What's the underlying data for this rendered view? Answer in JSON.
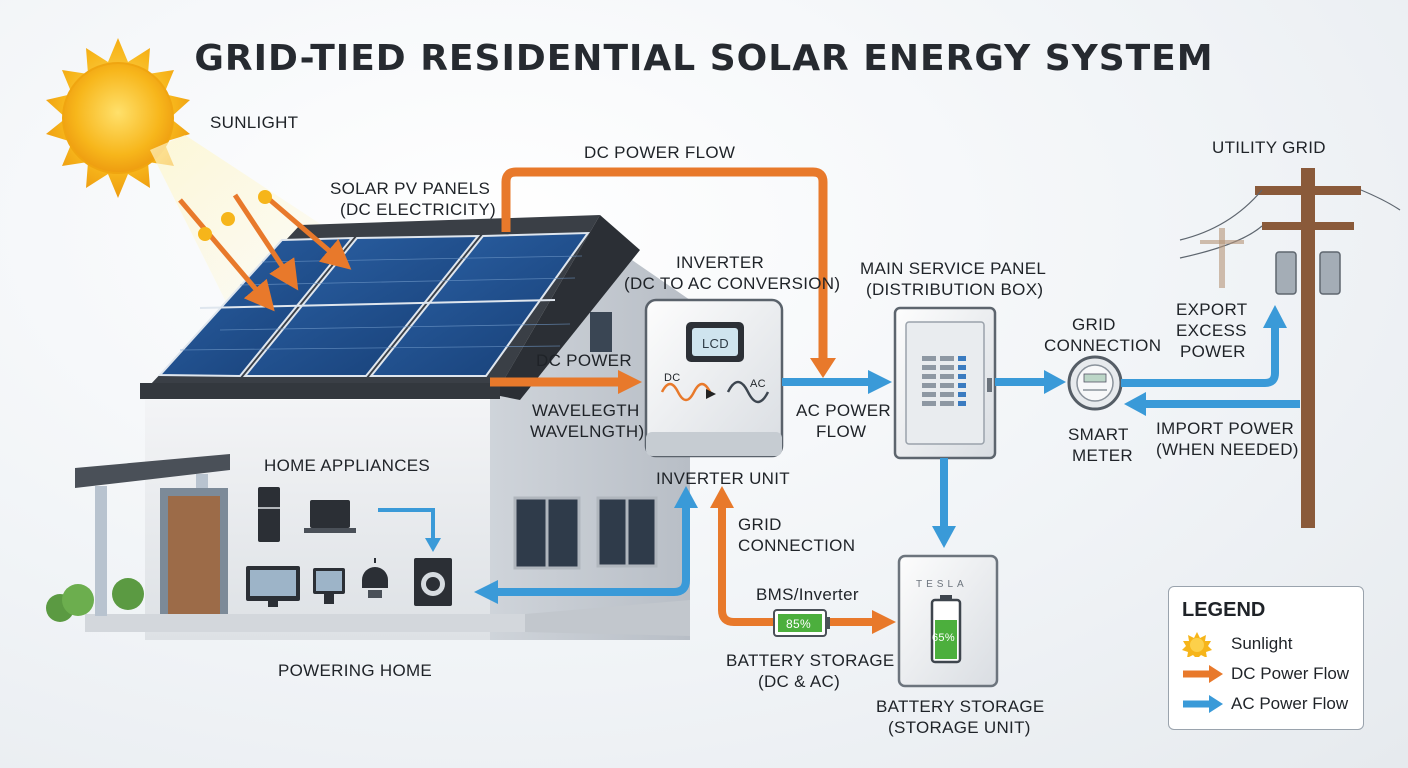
{
  "title": "GRID-TIED RESIDENTIAL SOLAR ENERGY SYSTEM",
  "labels": {
    "sunlight": "SUNLIGHT",
    "panels_line1": "SOLAR PV PANELS",
    "panels_line2": "(DC ELECTRICITY)",
    "dc_power_flow": "DC POWER FLOW",
    "inverter_line1": "INVERTER",
    "inverter_line2": "(DC TO AC CONVERSION)",
    "dc_power": "DC POWER",
    "wavelength_line1": "WAVELEGTH",
    "wavelength_line2": "WAVELNGTH)",
    "inverter_unit": "INVERTER UNIT",
    "lcd": "LCD",
    "dc": "DC",
    "ac": "AC",
    "ac_power_flow_line1": "AC POWER",
    "ac_power_flow_line2": "FLOW",
    "main_panel_line1": "MAIN SERVICE PANEL",
    "main_panel_line2": "(DISTRIBUTION BOX)",
    "grid_connection_line1": "GRID",
    "grid_connection_line2": "CONNECTION",
    "smart_meter_line1": "SMART",
    "smart_meter_line2": "METER",
    "utility_grid": "UTILITY GRID",
    "export_line1": "EXPORT",
    "export_line2": "EXCESS",
    "export_line3": "POWER",
    "import_line1": "IMPORT POWER",
    "import_line2": "(WHEN NEEDED)",
    "home_appliances": "HOME APPLIANCES",
    "powering_home": "POWERING HOME",
    "grid_conn2_line1": "GRID",
    "grid_conn2_line2": "CONNECTION",
    "bms": "BMS/Inverter",
    "battery_pct": "85%",
    "battery_storage_line1": "BATTERY STORAGE",
    "battery_storage_line2": "(DC & AC)",
    "battery_unit_line1": "BATTERY STORAGE",
    "battery_unit_line2": "(STORAGE UNIT)",
    "tesla": "TESLA",
    "battery_unit_pct": "65%"
  },
  "legend": {
    "title": "LEGEND",
    "items": [
      {
        "label": "Sunlight",
        "icon": "sun-icon"
      },
      {
        "label": "DC Power Flow",
        "icon": "orange-arrow-icon"
      },
      {
        "label": "AC Power Flow",
        "icon": "blue-arrow-icon"
      }
    ]
  },
  "colors": {
    "dc_flow": "#e8792b",
    "ac_flow": "#3a9ad8",
    "sun": "#f6b51a",
    "panel": "#1f4f8f",
    "roof": "#3a3f46",
    "battery_green": "#4caf3d"
  }
}
